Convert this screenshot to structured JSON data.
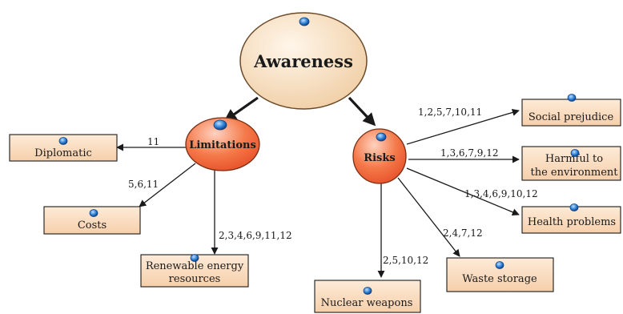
{
  "root": {
    "label": "Awareness"
  },
  "hubs": {
    "limitations": {
      "label": "Limitations"
    },
    "risks": {
      "label": "Risks"
    }
  },
  "nodes": {
    "diplomatic": {
      "lines": [
        "Diplomatic"
      ]
    },
    "costs": {
      "lines": [
        "Costs"
      ]
    },
    "renewable": {
      "lines": [
        "Renewable energy",
        "resources"
      ]
    },
    "social": {
      "lines": [
        "Social prejudice"
      ]
    },
    "harmful": {
      "lines": [
        "Harmful to",
        "the environment"
      ]
    },
    "health": {
      "lines": [
        "Health problems"
      ]
    },
    "waste": {
      "lines": [
        "Waste storage"
      ]
    },
    "nuclear": {
      "lines": [
        "Nuclear weapons"
      ]
    }
  },
  "edge_labels": {
    "diplomatic": "11",
    "costs": "5,6,11",
    "renewable": "2,3,4,6,9,11,12",
    "social": "1,2,5,7,10,11",
    "harmful": "1,3,6,7,9,12",
    "health": "1,3,4,6,9,10,12",
    "waste": "2,4,7,12",
    "nuclear": "2,5,10,12"
  },
  "colors": {
    "root_fill": "#f6dfc2",
    "hub_fill": "#f26a3a",
    "box_fill": "#f9dcc0",
    "edge": "#1a1a1a",
    "dot": "#2c7fd6"
  }
}
